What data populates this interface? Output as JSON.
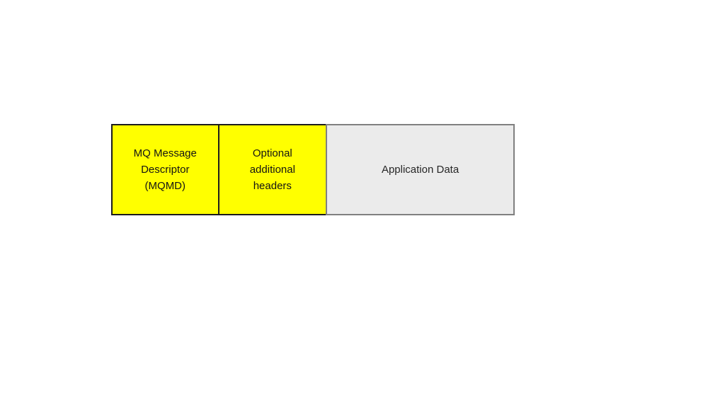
{
  "diagram": {
    "description": "MQ message structure diagram with three adjacent boxes",
    "background_color": "#ffffff",
    "boxes": [
      {
        "label": "MQ Message Descriptor (MQMD)",
        "fill": "#ffff00",
        "border_color": "#1c1c1c",
        "text_color": "#141414"
      },
      {
        "label": "Optional additional headers",
        "fill": "#ffff00",
        "border_color": "#1c1c1c",
        "text_color": "#141414"
      },
      {
        "label": "Application Data",
        "fill": "#ebebeb",
        "border_color": "#808080",
        "text_color": "#262626"
      }
    ]
  }
}
